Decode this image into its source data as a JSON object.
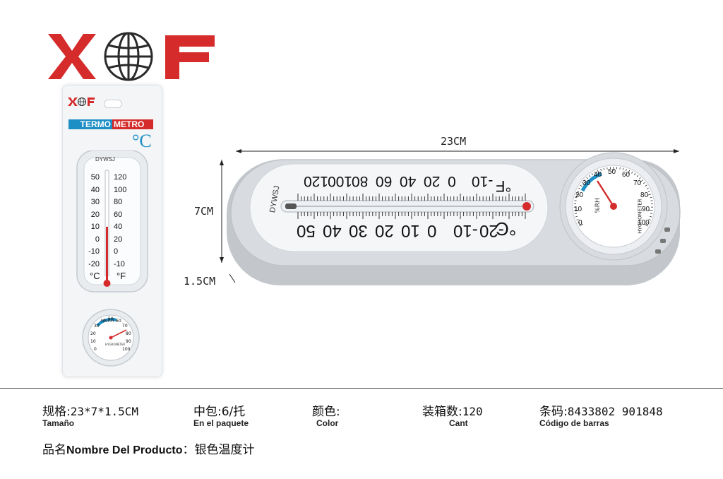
{
  "brand": {
    "logo_text": "XOF",
    "colors": {
      "primary": "#d52b2b",
      "globe": "#2a2a2a"
    }
  },
  "package": {
    "logo_text": "XOF",
    "banner_part1": "TERMO",
    "banner_part2": "METRO",
    "degree_symbol": "°C",
    "model": "DYWSJ",
    "celsius_scale": [
      "50",
      "40",
      "30",
      "20",
      "10",
      "0",
      "-10",
      "-20"
    ],
    "fahrenheit_scale": [
      "120",
      "100",
      "80",
      "60",
      "40",
      "20",
      "0",
      "-10"
    ],
    "unit_c": "°C",
    "unit_f": "°F",
    "hygrometer_label": "%RH",
    "hygrometer_caption": "HYGROMETER",
    "humidity_scale": [
      "0",
      "10",
      "20",
      "30",
      "40",
      "50",
      "60",
      "70",
      "80",
      "90",
      "100"
    ]
  },
  "product_view": {
    "model": "DYWSJ",
    "celsius_scale": [
      "50",
      "40",
      "30",
      "20",
      "10",
      "0",
      "-10",
      "-20"
    ],
    "fahrenheit_scale": [
      "120",
      "100",
      "80",
      "60",
      "40",
      "20",
      "0",
      "-10"
    ],
    "unit_c": "°C",
    "unit_f": "°F",
    "hygrometer_label": "%RH",
    "hygrometer_caption": "HYGROMETER",
    "humidity_scale": [
      "0",
      "10",
      "20",
      "30",
      "40",
      "50",
      "60",
      "70",
      "80",
      "90",
      "100"
    ]
  },
  "dimensions": {
    "length": "23CM",
    "height": "7CM",
    "depth": "1.5CM"
  },
  "specs": {
    "size_cn": "规格:",
    "size_value": "23*7*1.5CM",
    "size_en": "Tamaño",
    "pack_cn": "中包:",
    "pack_value": "6/托",
    "pack_en": "En el paquete",
    "color_cn": "颜色:",
    "color_value": "",
    "color_en": "Color",
    "carton_cn": "装箱数:",
    "carton_value": "120",
    "carton_en": "Cant",
    "barcode_cn": "条码:",
    "barcode_value": "8433802 901848",
    "barcode_en": "Código de barras"
  },
  "product_name": {
    "cn_prefix": "品名",
    "en": "Nombre Del Producto",
    "separator": "：",
    "value": "银色温度计"
  }
}
